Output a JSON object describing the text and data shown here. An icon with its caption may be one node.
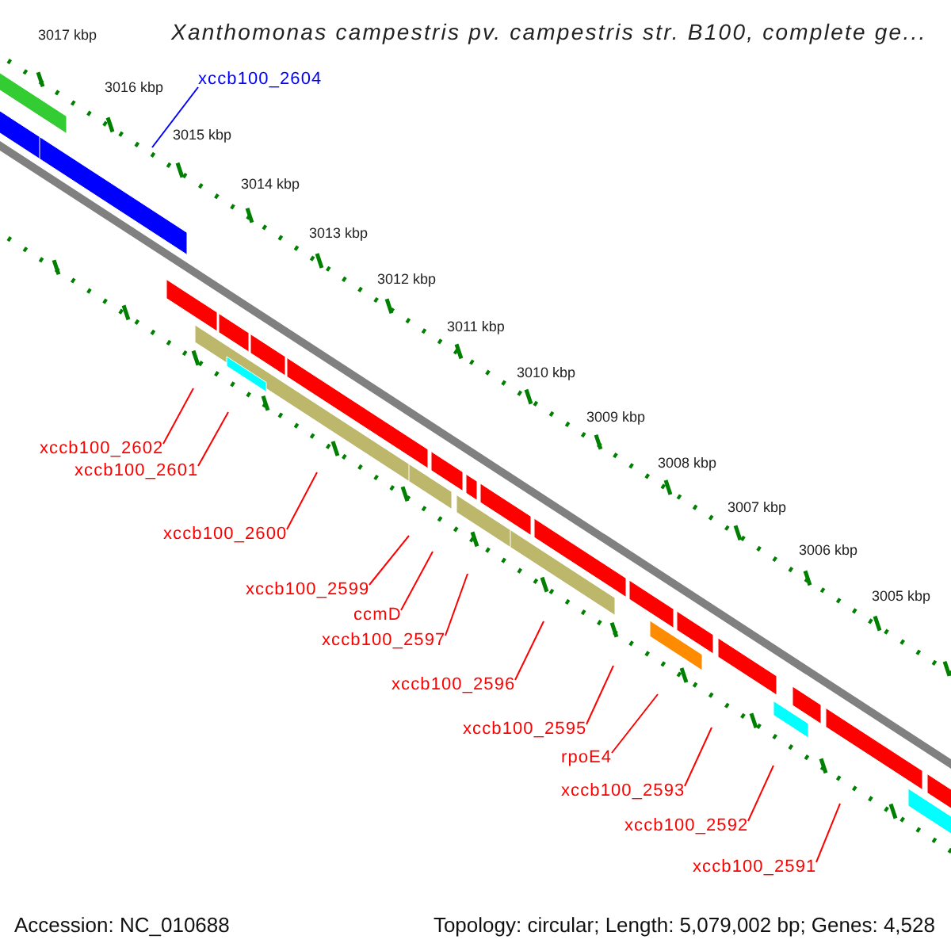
{
  "diagram": {
    "title": "Xanthomonas campestris pv. campestris str. B100, complete ge...",
    "nodes": [
      {
        "text": [
          "xccb100_2604"
        ]
      },
      {
        "text": [
          "xccb100_2602"
        ]
      },
      {
        "text": [
          "xccb100_2601"
        ]
      },
      {
        "text": [
          "xccb100_2600"
        ]
      },
      {
        "text": [
          "xccb100_2599"
        ]
      },
      {
        "text": [
          "ccmD"
        ]
      },
      {
        "text": [
          "xccb100_2597"
        ]
      },
      {
        "text": [
          "xccb100_2596"
        ]
      },
      {
        "text": [
          "xccb100_2595"
        ]
      },
      {
        "text": [
          "rpoE4"
        ]
      },
      {
        "text": [
          "xccb100_2593"
        ]
      },
      {
        "text": [
          "xccb100_2592"
        ]
      },
      {
        "text": [
          "xccb100_2591"
        ]
      }
    ],
    "edges": [
      {
        "from": 0,
        "to": null,
        "arrow": "none",
        "color": "#0000ff"
      },
      {
        "from": 1,
        "to": null,
        "arrow": "none"
      },
      {
        "from": 2,
        "to": null,
        "arrow": "none"
      },
      {
        "from": 3,
        "to": null,
        "arrow": "none"
      },
      {
        "from": 4,
        "to": null,
        "arrow": "none"
      },
      {
        "from": 5,
        "to": null,
        "arrow": "none"
      },
      {
        "from": 6,
        "to": null,
        "arrow": "none"
      },
      {
        "from": 7,
        "to": null,
        "arrow": "none"
      },
      {
        "from": 8,
        "to": null,
        "arrow": "none"
      },
      {
        "from": 9,
        "to": null,
        "arrow": "none"
      },
      {
        "from": 10,
        "to": null,
        "arrow": "none"
      },
      {
        "from": 11,
        "to": null,
        "arrow": "none"
      },
      {
        "from": 12,
        "to": null,
        "arrow": "none"
      }
    ],
    "labels": [
      "3017 kbp",
      "3016 kbp",
      "3015 kbp",
      "3014 kbp",
      "3013 kbp",
      "3012 kbp",
      "3011 kbp",
      "3010 kbp",
      "3009 kbp",
      "3008 kbp",
      "3007 kbp",
      "3006 kbp",
      "3005 kbp",
      "Accession: NC_010688",
      "Topology: circular; Length: 5,079,002 bp; Genes: 4,528"
    ]
  }
}
